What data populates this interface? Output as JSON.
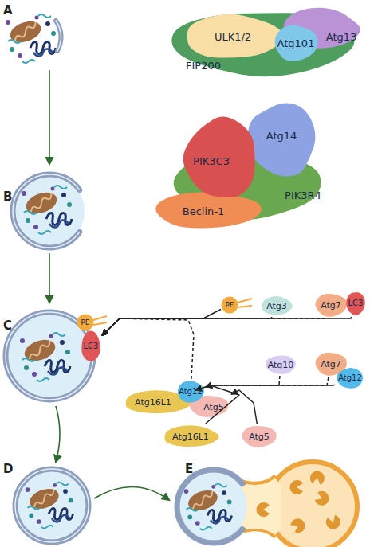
{
  "diagram": {
    "nodes": [
      {
        "text": [
          "ULK1/2"
        ]
      },
      {
        "text": [
          "Atg101"
        ]
      },
      {
        "text": [
          "Atg13"
        ]
      },
      {
        "text": [
          "FIP200"
        ]
      },
      {
        "text": [
          "Atg14"
        ]
      },
      {
        "text": [
          "PIK3C3"
        ]
      },
      {
        "text": [
          "PIK3R4"
        ]
      },
      {
        "text": [
          "Beclin-1"
        ]
      },
      {
        "text": [
          "PE"
        ]
      },
      {
        "text": [
          "LC3"
        ]
      },
      {
        "text": [
          "PE"
        ]
      },
      {
        "text": [
          "Atg3"
        ]
      },
      {
        "text": [
          "Atg7"
        ]
      },
      {
        "text": [
          "LC3"
        ]
      },
      {
        "text": [
          "Atg16L1"
        ]
      },
      {
        "text": [
          "Atg12"
        ]
      },
      {
        "text": [
          "Atg5"
        ]
      },
      {
        "text": [
          "Atg10"
        ]
      },
      {
        "text": [
          "Atg7"
        ]
      },
      {
        "text": [
          "Atg12"
        ]
      },
      {
        "text": [
          "Atg16L1"
        ]
      },
      {
        "text": [
          "Atg5"
        ]
      }
    ],
    "edges": [
      {
        "from": 13,
        "to": 9,
        "arrow": "to"
      },
      {
        "from": 10,
        "to": 9,
        "arrow": "to"
      },
      {
        "from": 11,
        "to": 9,
        "arrow": "to"
      },
      {
        "from": 12,
        "to": 9,
        "arrow": "to"
      },
      {
        "from": 15,
        "to": 9,
        "arrow": "to"
      },
      {
        "from": 19,
        "to": 15,
        "arrow": "to"
      },
      {
        "from": 17,
        "to": 15,
        "arrow": "to"
      },
      {
        "from": 18,
        "to": 15,
        "arrow": "to"
      },
      {
        "from": 20,
        "to": 14,
        "arrow": "to"
      },
      {
        "from": 21,
        "to": 16,
        "arrow": "to"
      }
    ],
    "labels": [
      "A",
      "B",
      "C",
      "D",
      "E"
    ]
  }
}
